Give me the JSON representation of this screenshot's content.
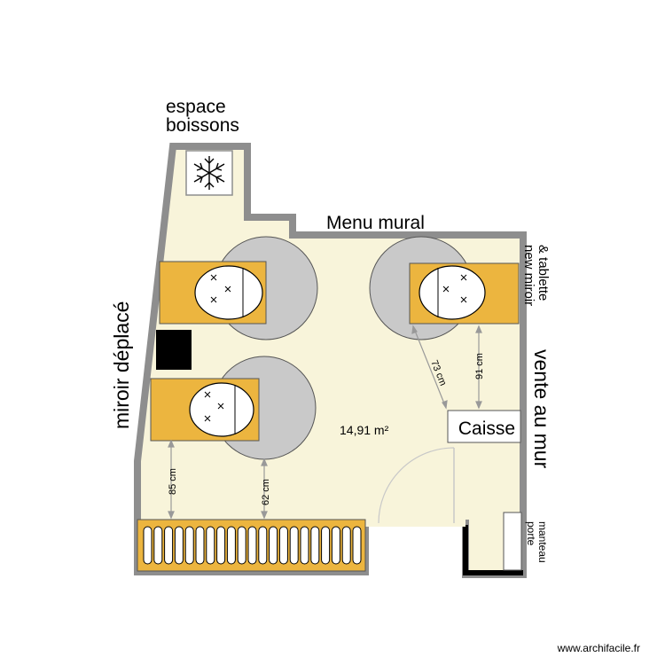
{
  "labels": {
    "drinks_area_line1": "espace",
    "drinks_area_line2": "boissons",
    "menu_wall": "Menu mural",
    "new_mirror_line1": "new miroir",
    "new_mirror_line2": "& tablette",
    "moved_mirror": "miroir déplacé",
    "wall_sales": "vente  au mur",
    "checkout": "Caisse",
    "area": "14,91 m²",
    "coat_rack_line1": "porte",
    "coat_rack_line2": "manteau"
  },
  "dimensions": {
    "d1": "73 cm",
    "d2": "91 cm",
    "d3": "85 cm",
    "d4": "62 cm"
  },
  "watermark": "www.archifacile.fr",
  "colors": {
    "floor": "#f8f4da",
    "wall": "#8e8e8e",
    "furniture": "#ecb53f",
    "circle": "#c9c9c9",
    "black": "#000000",
    "dim": "#999999"
  }
}
